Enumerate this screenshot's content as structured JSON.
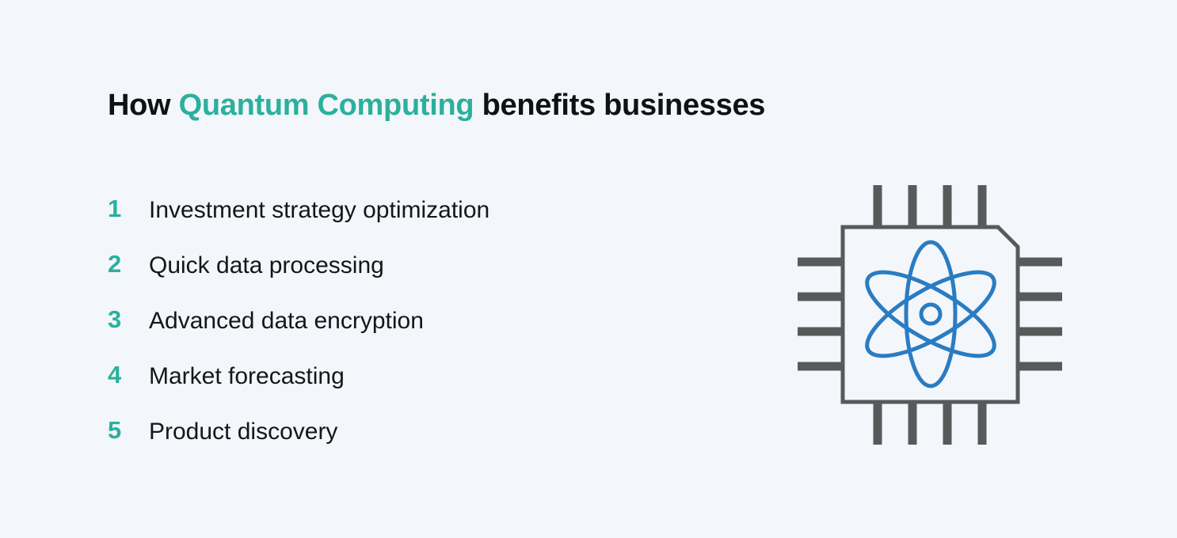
{
  "title": {
    "prefix": "How ",
    "highlight": "Quantum Computing",
    "suffix": " benefits businesses"
  },
  "benefits": [
    {
      "number": "1",
      "label": "Investment strategy optimization"
    },
    {
      "number": "2",
      "label": "Quick data processing"
    },
    {
      "number": "3",
      "label": "Advanced data encryption"
    },
    {
      "number": "4",
      "label": "Market forecasting"
    },
    {
      "number": "5",
      "label": "Product discovery"
    }
  ],
  "icon": {
    "name": "quantum-chip-icon",
    "chip_color": "#58595b",
    "atom_color": "#2a7cc2"
  },
  "colors": {
    "accent": "#2bb09d",
    "background": "#f3f6fa",
    "text": "#161616"
  }
}
